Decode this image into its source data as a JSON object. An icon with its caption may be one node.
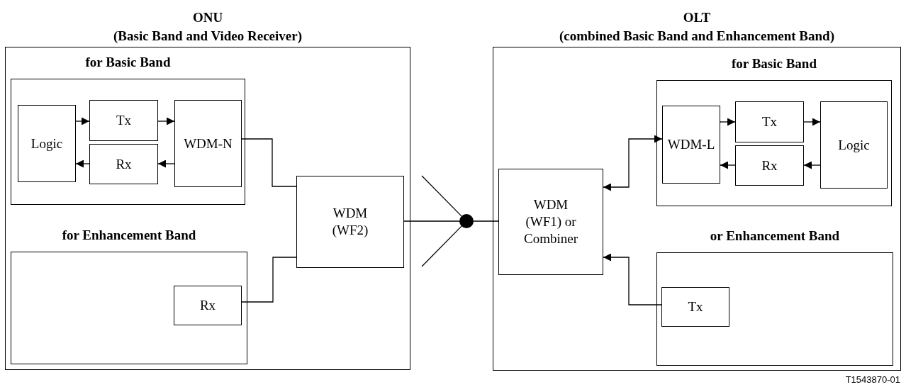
{
  "diagram": {
    "nodes": [
      {
        "text": [
          "ONU",
          "(Basic Band and Video Receiver)"
        ]
      },
      {
        "text": [
          "for Basic Band"
        ],
        "in": 0
      },
      {
        "text": [
          "Logic"
        ],
        "in": 1
      },
      {
        "text": [
          "Tx"
        ],
        "in": 1
      },
      {
        "text": [
          "Rx"
        ],
        "in": 1
      },
      {
        "text": [
          "WDM-N"
        ],
        "in": 1
      },
      {
        "text": [
          "WDM (WF2)"
        ],
        "in": 0
      },
      {
        "text": [
          "for Enhancement Band"
        ],
        "in": 0
      },
      {
        "text": [
          "Rx"
        ],
        "in": 7
      },
      {
        "text": [],
        "shape": "circle"
      },
      {
        "text": [
          "OLT",
          "(combined Basic Band and Enhancement Band)"
        ]
      },
      {
        "text": [
          "WDM (WF1) or Combiner"
        ],
        "in": 10
      },
      {
        "text": [
          "for Basic Band"
        ],
        "in": 10
      },
      {
        "text": [
          "WDM-L"
        ],
        "in": 12
      },
      {
        "text": [
          "Tx"
        ],
        "in": 12
      },
      {
        "text": [
          "Rx"
        ],
        "in": 12
      },
      {
        "text": [
          "Logic"
        ],
        "in": 12
      },
      {
        "text": [
          "or Enhancement Band"
        ],
        "in": 10
      },
      {
        "text": [
          "Tx"
        ],
        "in": 17
      }
    ],
    "edges": [
      {
        "from": 2,
        "to": 3,
        "arrow": "to"
      },
      {
        "from": 3,
        "to": 5,
        "arrow": "to"
      },
      {
        "from": 5,
        "to": 4,
        "arrow": "to"
      },
      {
        "from": 4,
        "to": 2,
        "arrow": "to"
      },
      {
        "from": 5,
        "to": 6,
        "arrow": "none"
      },
      {
        "from": 8,
        "to": 6,
        "arrow": "none"
      },
      {
        "from": 6,
        "to": 9,
        "arrow": "none"
      },
      {
        "from": 9,
        "to": null,
        "arrow": "none"
      },
      {
        "from": 9,
        "to": null,
        "arrow": "none"
      },
      {
        "from": 9,
        "to": 11,
        "arrow": "none"
      },
      {
        "from": 11,
        "to": 13,
        "arrow": "both"
      },
      {
        "from": 18,
        "to": 11,
        "arrow": "to"
      },
      {
        "from": 13,
        "to": 14,
        "arrow": "to"
      },
      {
        "from": 14,
        "to": 16,
        "arrow": "to"
      },
      {
        "from": 16,
        "to": 15,
        "arrow": "to"
      },
      {
        "from": 15,
        "to": 13,
        "arrow": "to"
      }
    ],
    "labels": [
      "T1543870-01"
    ]
  }
}
